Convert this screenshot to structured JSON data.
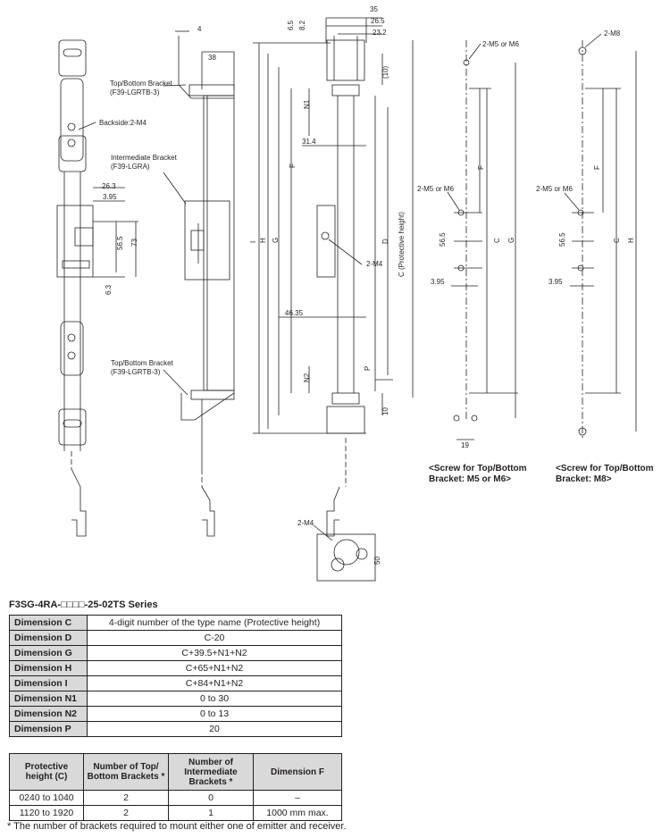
{
  "drawing": {
    "labels": {
      "dim_4": "4",
      "dim_38": "38",
      "dim_35": "35",
      "dim_26_5": "26.5",
      "dim_23_2": "23.2",
      "dim_6_5": "6.5",
      "dim_8_2": "8.2",
      "dim_10_top": "(10)",
      "dim_10_bottom": "10",
      "dim_n1": "N1",
      "dim_n2": "N2",
      "dim_p": "P",
      "dim_31_4": "31.4",
      "dim_46_35": "46.35",
      "dim_26_3": "26.3",
      "dim_3_95": "3.95",
      "dim_56_5": "56.5",
      "dim_73": "73",
      "dim_6_3": "6.3",
      "dim_19": "19",
      "dim_50": "50",
      "dim_i": "I",
      "dim_h": "H",
      "dim_g": "G",
      "dim_f": "F",
      "dim_d": "D",
      "dim_c": "C",
      "protective_height": "C (Protective height)",
      "two_m4": "2-M4",
      "backside_m4": "Backside:2-M4",
      "two_m5_or_m6": "2-M5 or M6",
      "two_m8": "2-M8",
      "top_bracket_line1": "Top/Bottom Bracket",
      "top_bracket_line2": "(F39-LGRTB-3)",
      "intermediate_line1": "Intermediate Bracket",
      "intermediate_line2": "(F39-LGRA)",
      "bottom_bracket_line1": "Top/Bottom Bracket",
      "bottom_bracket_line2": "(F39-LGRTB-3)",
      "caption_m5_line1": "<Screw for Top/Bottom",
      "caption_m5_line2": "Bracket: M5 or M6>",
      "caption_m8_line1": "<Screw for Top/Bottom",
      "caption_m8_line2": "Bracket: M8>"
    }
  },
  "series_title": "F3SG-4RA-□□□□-25-02TS Series",
  "dimension_table": [
    {
      "name": "Dimension C",
      "value": "4-digit number of the type name (Protective height)"
    },
    {
      "name": "Dimension D",
      "value": "C-20"
    },
    {
      "name": "Dimension G",
      "value": "C+39.5+N1+N2"
    },
    {
      "name": "Dimension H",
      "value": "C+65+N1+N2"
    },
    {
      "name": "Dimension I",
      "value": "C+84+N1+N2"
    },
    {
      "name": "Dimension N1",
      "value": "0 to 30"
    },
    {
      "name": "Dimension N2",
      "value": "0 to 13"
    },
    {
      "name": "Dimension P",
      "value": "20"
    }
  ],
  "bracket_table": {
    "headers": [
      "Protective height (C)",
      "Number of Top/ Bottom Brackets *",
      "Number of Intermediate Brackets *",
      "Dimension F"
    ],
    "rows": [
      [
        "0240 to 1040",
        "2",
        "0",
        "–"
      ],
      [
        "1120 to 1920",
        "2",
        "1",
        "1000 mm max."
      ]
    ]
  },
  "footnote": "*  The number of brackets required to mount either one of emitter and receiver."
}
